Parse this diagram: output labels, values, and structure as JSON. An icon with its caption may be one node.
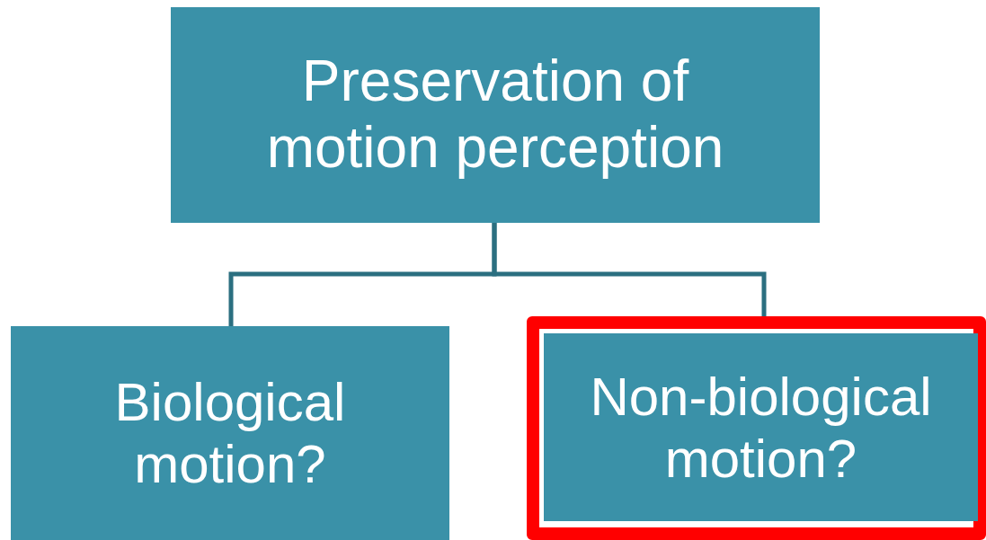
{
  "diagram": {
    "nodes": [
      {
        "text": [
          "Preservation of motion perception"
        ]
      },
      {
        "text": [
          "Biological motion?"
        ]
      },
      {
        "text": [],
        "shape": "box"
      },
      {
        "text": [
          "Non-biological motion?"
        ],
        "in": 2
      }
    ],
    "edges": [
      {
        "from": 0,
        "to": 1,
        "arrow": "none"
      },
      {
        "from": 0,
        "to": 2,
        "arrow": "none"
      }
    ]
  }
}
